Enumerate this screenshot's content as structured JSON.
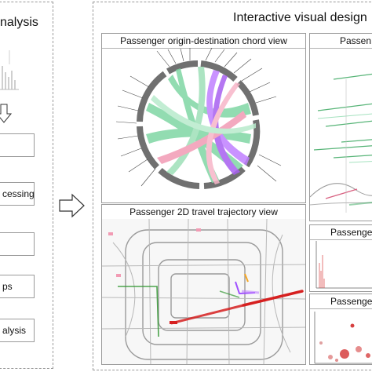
{
  "left_panel": {
    "title": "nalysis",
    "steps": [
      "",
      "cessing",
      "",
      "ps",
      "alysis"
    ]
  },
  "main": {
    "title": "Interactive visual design"
  },
  "views": {
    "chord": {
      "title": "Passenger origin-destination chord view"
    },
    "trajectory2d": {
      "title": "Passenger 2D travel trajectory view"
    },
    "top_right": {
      "title": "Passen"
    },
    "mid_right": {
      "title": "Passenger"
    },
    "bottom_right": {
      "title": "Passenger"
    }
  },
  "colors": {
    "chord_green": "#7fd6a4",
    "chord_purple": "#c080ff",
    "chord_pink": "#f29bb4",
    "chord_gray": "#6f6f6f",
    "trajectory_red": "#d62020",
    "trajectory_purple": "#a050ff",
    "trajectory_orange": "#f5a623",
    "trajectory_green": "#3a9a3a"
  },
  "icons": {
    "down_arrow": "down-arrow-icon",
    "right_arrow": "right-arrow-icon"
  }
}
